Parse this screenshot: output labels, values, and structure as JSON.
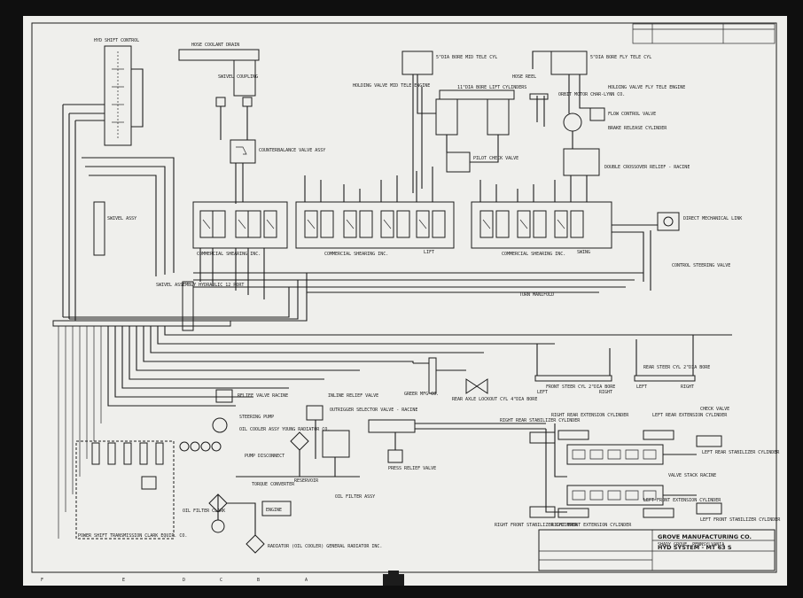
{
  "labels": {
    "shift_control": "HYD SHIFT CONTROL",
    "hose_coolant": "HOSE COOLANT DRAIN",
    "rotary_coupling": "SWIVEL COUPLING",
    "counterbalance": "COUNTERBALANCE VALVE ASSY",
    "holding_valve_mid": "HOLDING VALVE MID TELE ENGINE",
    "mid_tele_cyl": "5\"DIA BORE MID TELE CYL",
    "lift_cyl": "11\"DIA BORE LIFT CYLINDERS",
    "hose_reel": "HOSE REEL",
    "fly_tele_cyl": "5\"DIA BORE FLY TELE CYL",
    "holding_valve_fly": "HOLDING VALVE FLY TELE ENGINE",
    "orbit_motor": "ORBIT MOTOR CHAR-LYNN CO.",
    "flow_control": "FLOW CONTROL VALVE",
    "brake_release": "BRAKE RELEASE CYLINDER",
    "double_crossover": "DOUBLE CROSSOVER RELIEF - RACINE",
    "pilot_check": "PILOT CHECK VALVE",
    "swivel_assy": "SWIVEL ASSY",
    "valve_left": "COMMERCIAL SHEARING INC.",
    "valve_mid": "COMMERCIAL SHEARING INC.",
    "valve_right": "COMMERCIAL SHEARING INC.",
    "swing": "SWING",
    "lift": "LIFT",
    "direct_link": "DIRECT MECHANICAL LINK",
    "steering_valve": "CONTROL STEERING VALVE",
    "swivel_assembly": "SWIVEL ASSEMBLY HYDRAULIC 12 PORT",
    "turn_manifold": "TURN MANIFOLD",
    "relief_valve": "RELIEF VALVE RACINE",
    "steering_pump": "STEERING PUMP",
    "oil_cooler": "OIL COOLER ASSY YOUNG RADIATOR CO.",
    "pump_disconnect": "PUMP DISCONNECT",
    "inline_relief": "INLINE RELIEF VALVE",
    "outrigger_selector": "OUTRIGGER SELECTOR VALVE - RACINE",
    "press_relief": "PRESS RELIEF VALVE",
    "torque_converter": "TORQUE CONVERTER",
    "oil_filter_clark": "OIL FILTER CLARK",
    "engine": "ENGINE",
    "reservoir": "RESERVOIR",
    "oil_filter_assy": "OIL FILTER ASSY",
    "radiator": "RADIATOR (OIL COOLER) GENERAL RADIATOR INC.",
    "power_shift": "POWER SHIFT TRANSMISSION CLARK EQUIP. CO.",
    "rear_axle": "REAR AXLE LOCKOUT CYL 4\"DIA BORE",
    "greer": "GREER MFG CO.",
    "front_steer": "FRONT STEER CYL 2\"DIA BORE",
    "rear_steer": "REAR STEER CYL 2\"DIA BORE",
    "check_valve": "CHECK VALVE",
    "valve_stack": "VALVE STACK RACINE",
    "stab_right_rear": "RIGHT REAR STABILIZER CYLINDER",
    "ext_right_rear": "RIGHT REAR EXTENSION CYLINDER",
    "ext_left_rear": "LEFT REAR EXTENSION CYLINDER",
    "stab_left_rear": "LEFT REAR STABILIZER CYLINDER",
    "stab_right_front": "RIGHT FRONT STABILIZER CYLINDER",
    "ext_right_front": "RIGHT FRONT EXTENSION CYLINDER",
    "ext_left_front": "LEFT FRONT EXTENSION CYLINDER",
    "stab_left_front": "LEFT FRONT STABILIZER CYLINDER",
    "left": "LEFT",
    "right": "RIGHT"
  },
  "title_block": {
    "company": "GROVE MANUFACTURING CO.",
    "location": "SHADY GROVE, PENNSYLVANIA",
    "drawing_title": "HYD SYSTEM - MT 63 S"
  },
  "border_letters": [
    "F",
    "E",
    "D",
    "C",
    "B",
    "A"
  ]
}
